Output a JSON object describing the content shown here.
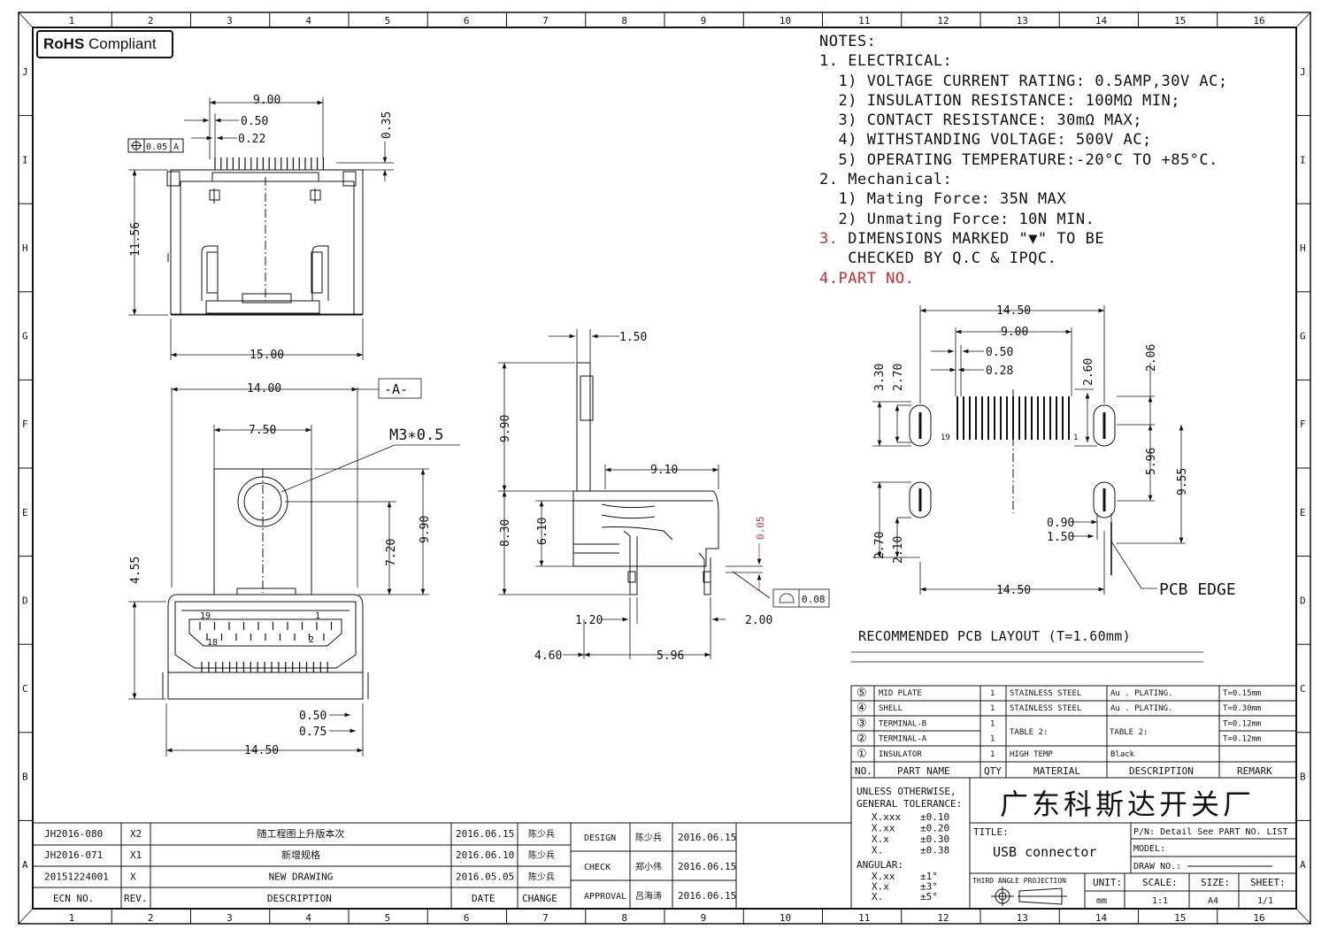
{
  "badge": {
    "rohs_bold": "RoHS",
    "rohs_text": "Compliant"
  },
  "grid": {
    "columns": [
      "1",
      "2",
      "3",
      "4",
      "5",
      "6",
      "7",
      "8",
      "9",
      "10",
      "11",
      "12",
      "13",
      "14",
      "15",
      "16"
    ],
    "rows": [
      "J",
      "I",
      "H",
      "G",
      "F",
      "E",
      "D",
      "C",
      "B",
      "A"
    ]
  },
  "notes": {
    "heading": "NOTES:",
    "electrical_title": "1. ELECTRICAL:",
    "electrical": [
      "1) VOLTAGE CURRENT RATING: 0.5AMP,30V AC;",
      "2) INSULATION RESISTANCE: 100MΩ MIN;",
      "3) CONTACT RESISTANCE: 30mΩ MAX;",
      "4) WITHSTANDING VOLTAGE: 500V AC;",
      "5) OPERATING TEMPERATURE:-20°C TO +85°C."
    ],
    "mechanical_title": "2. Mechanical:",
    "mechanical": [
      "1) Mating Force: 35N MAX",
      "2) Unmating Force: 10N MIN."
    ],
    "note3_num": "3.",
    "note3_line1": "DIMENSIONS MARKED \"▼\" TO BE",
    "note3_line2": "CHECKED BY Q.C & IPQC.",
    "note4_num": "4.",
    "note4_text": "PART NO."
  },
  "top_view": {
    "d_900": "9.00",
    "d_050": "0.50",
    "d_022": "0.22",
    "d_035": "0.35",
    "d_1156": "11.56",
    "d_1500": "15.00",
    "tol_frame": "0.05",
    "tol_ref": "A"
  },
  "front_view": {
    "d_1400": "14.00",
    "datum": "-A-",
    "d_750": "7.50",
    "screw": "M3∗0.5",
    "d_720": "7.20",
    "d_990": "9.90",
    "d_455": "4.55",
    "d_050": "0.50",
    "d_075": "0.75",
    "d_1450": "14.50",
    "pin19": "19",
    "pin1": "1",
    "pin18": "18",
    "pin2": "2"
  },
  "side_view": {
    "d_150": "1.50",
    "d_990": "9.90",
    "d_910": "9.10",
    "d_830": "8.30",
    "d_610": "6.10",
    "d_005": "0.05",
    "flat": "0.08",
    "d_120": "1.20",
    "d_200": "2.00",
    "d_460": "4.60",
    "d_596": "5.96"
  },
  "pcb_layout": {
    "d_1450_top": "14.50",
    "d_900": "9.00",
    "d_050": "0.50",
    "d_028": "0.28",
    "d_330": "3.30",
    "d_270": "2.70",
    "d_260": "2.60",
    "d_206": "2.06",
    "pin19": "19",
    "pin1": "1",
    "d_596": "5.96",
    "d_955": "9.55",
    "d_090": "0.90",
    "d_150": "1.50",
    "d_270b": "2.70",
    "d_210": "2.10",
    "d_1450_bot": "14.50",
    "edge": "PCB EDGE",
    "title": "RECOMMENDED PCB LAYOUT (T=1.60mm)"
  },
  "bom": {
    "rows": [
      {
        "no": "⑤",
        "name": "MID PLATE",
        "qty": "1",
        "material": "STAINLESS STEEL",
        "desc": "Au . PLATING.",
        "remark": "T=0.15mm"
      },
      {
        "no": "④",
        "name": "SHELL",
        "qty": "1",
        "material": "STAINLESS STEEL",
        "desc": "Au . PLATING.",
        "remark": "T=0.30mm"
      },
      {
        "no": "③",
        "name": "TERMINAL-B",
        "qty": "1",
        "material": "",
        "desc": "",
        "remark": "T=0.12mm"
      },
      {
        "no": "②",
        "name": "TERMINAL-A",
        "qty": "1",
        "material": "",
        "desc": "",
        "remark": "T=0.12mm"
      },
      {
        "no": "①",
        "name": "INSULATOR",
        "qty": "1",
        "material": "HIGH TEMP",
        "desc": "Black",
        "remark": ""
      }
    ],
    "table2_material": "TABLE 2:",
    "table2_desc": "TABLE 2:",
    "headers": {
      "no": "NO.",
      "name": "PART NAME",
      "qty": "QTY",
      "material": "MATERIAL",
      "desc": "DESCRIPTION",
      "remark": "REMARK"
    }
  },
  "tolerance": {
    "title1": "UNLESS OTHERWISE,",
    "title2": "GENERAL TOLERANCE:",
    "rows": [
      [
        "X.xxx",
        "±0.10"
      ],
      [
        "X.xx",
        "±0.20"
      ],
      [
        "X.x",
        "±0.30"
      ],
      [
        "X.",
        "±0.38"
      ]
    ],
    "angular": "ANGULAR:",
    "angle_rows": [
      [
        "X.xx",
        "±1°"
      ],
      [
        "X.x",
        "±3°"
      ],
      [
        "X.",
        "±5°"
      ]
    ]
  },
  "company": "广东科斯达开关厂",
  "title_block": {
    "title_label": "TITLE:",
    "title_value": "USB connector",
    "pn": "P/N: Detail See PART NO. LIST",
    "model": "MODEL:",
    "drawno": "DRAW NO.:",
    "projection": "THIRD ANGLE PROJECTION",
    "unit_label": "UNIT:",
    "unit": "mm",
    "scale_label": "SCALE:",
    "scale": "1:1",
    "size_label": "SIZE:",
    "size": "A4",
    "sheet_label": "SHEET:",
    "sheet": "1/1"
  },
  "revisions": {
    "rows": [
      {
        "ecn": "JH2016-080",
        "rev": "X2",
        "desc": "随工程图上升版本次",
        "date": "2016.06.15",
        "by": "陈少兵"
      },
      {
        "ecn": "JH2016-071",
        "rev": "X1",
        "desc": "新增规格",
        "date": "2016.06.10",
        "by": "陈少兵"
      },
      {
        "ecn": "20151224001",
        "rev": "X",
        "desc": "NEW DRAWING",
        "date": "2016.05.05",
        "by": "陈少兵"
      }
    ],
    "headers": {
      "ecn": "ECN NO.",
      "rev": "REV.",
      "desc": "DESCRIPTION",
      "date": "DATE",
      "change": "CHANGE"
    }
  },
  "approvals": [
    {
      "role": "DESIGN",
      "name": "陈少兵",
      "date": "2016.06.15"
    },
    {
      "role": "CHECK",
      "name": "郑小伟",
      "date": "2016.06.15"
    },
    {
      "role": "APPROVAL",
      "name": "吕海涛",
      "date": "2016.06.15"
    }
  ]
}
